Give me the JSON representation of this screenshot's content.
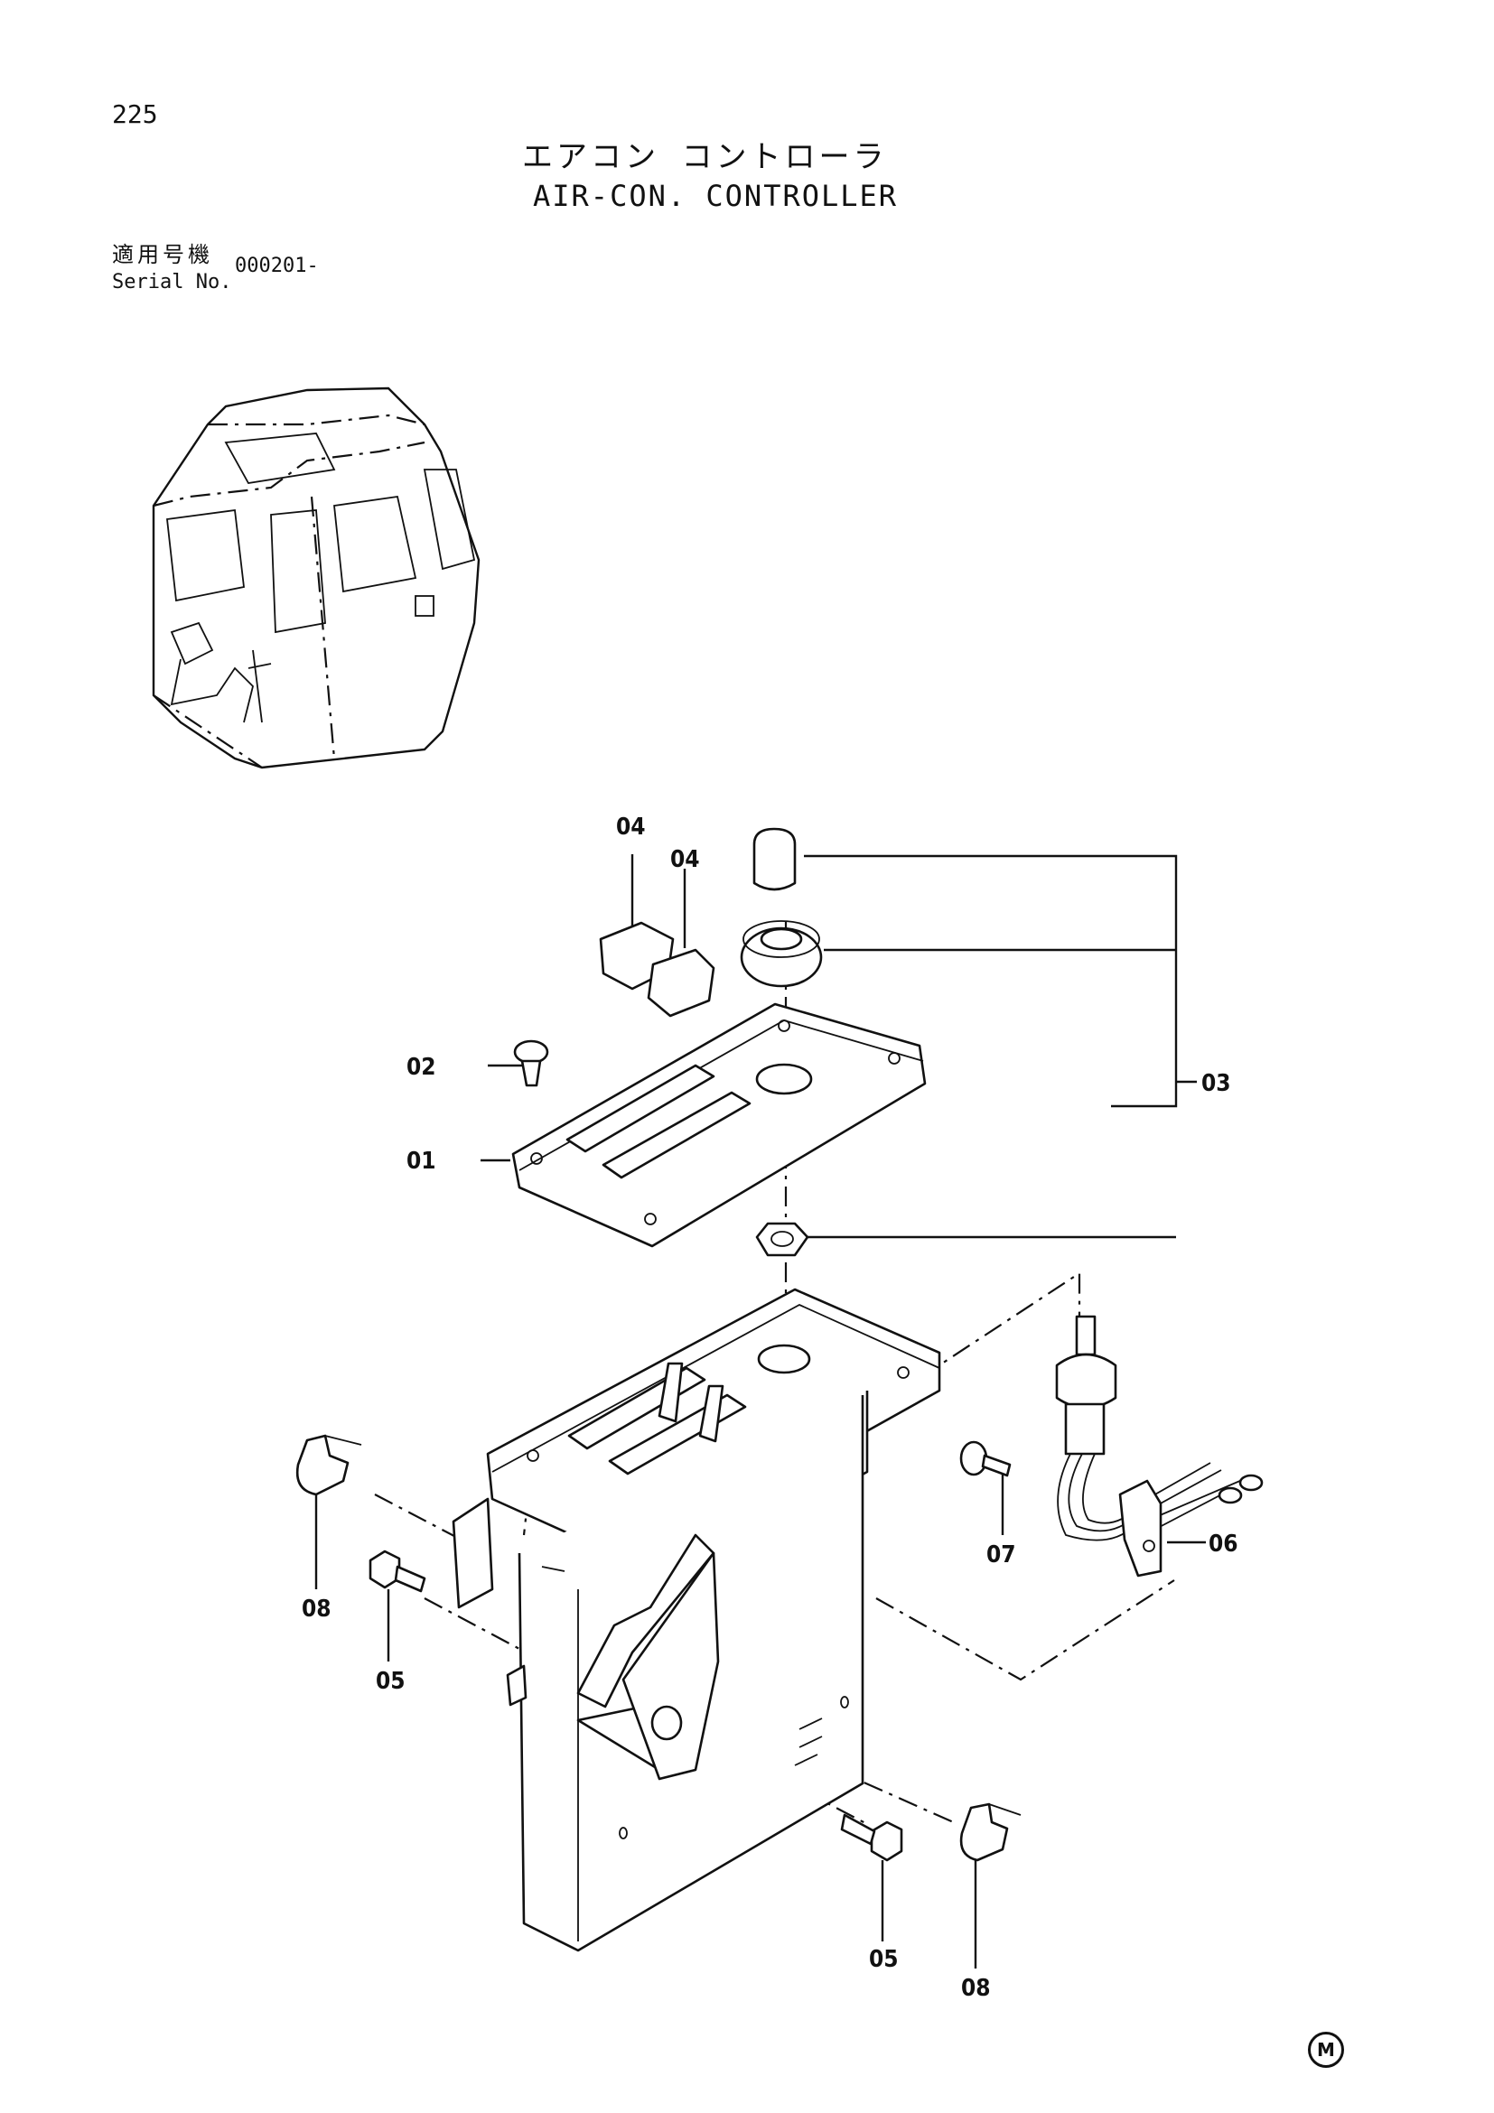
{
  "page": {
    "number": "225",
    "title_jp": "エアコン コントローラ",
    "title_en": "AIR-CON. CONTROLLER",
    "serial_label_jp": "適用号機",
    "serial_label_en": "Serial No.",
    "serial_value": "000201-",
    "footer_mark": "M"
  },
  "callouts": {
    "p01": "01",
    "p02": "02",
    "p03": "03",
    "p04a": "04",
    "p04b": "04",
    "p05a": "05",
    "p05b": "05",
    "p06": "06",
    "p07": "07",
    "p08a": "08",
    "p08b": "08"
  }
}
